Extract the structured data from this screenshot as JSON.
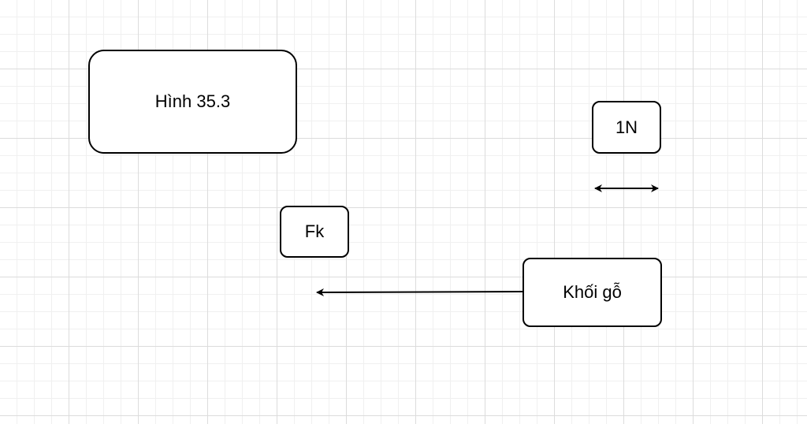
{
  "diagram": {
    "title_box": {
      "label": "Hình 35.3"
    },
    "scale_box": {
      "label": "1N"
    },
    "force_box": {
      "label": "Fk"
    },
    "object_box": {
      "label": "Khối gỗ"
    }
  },
  "colors": {
    "stroke": "#000000",
    "grid_major": "#dcdcdc",
    "grid_minor": "#f0f0f0",
    "background": "#ffffff"
  }
}
